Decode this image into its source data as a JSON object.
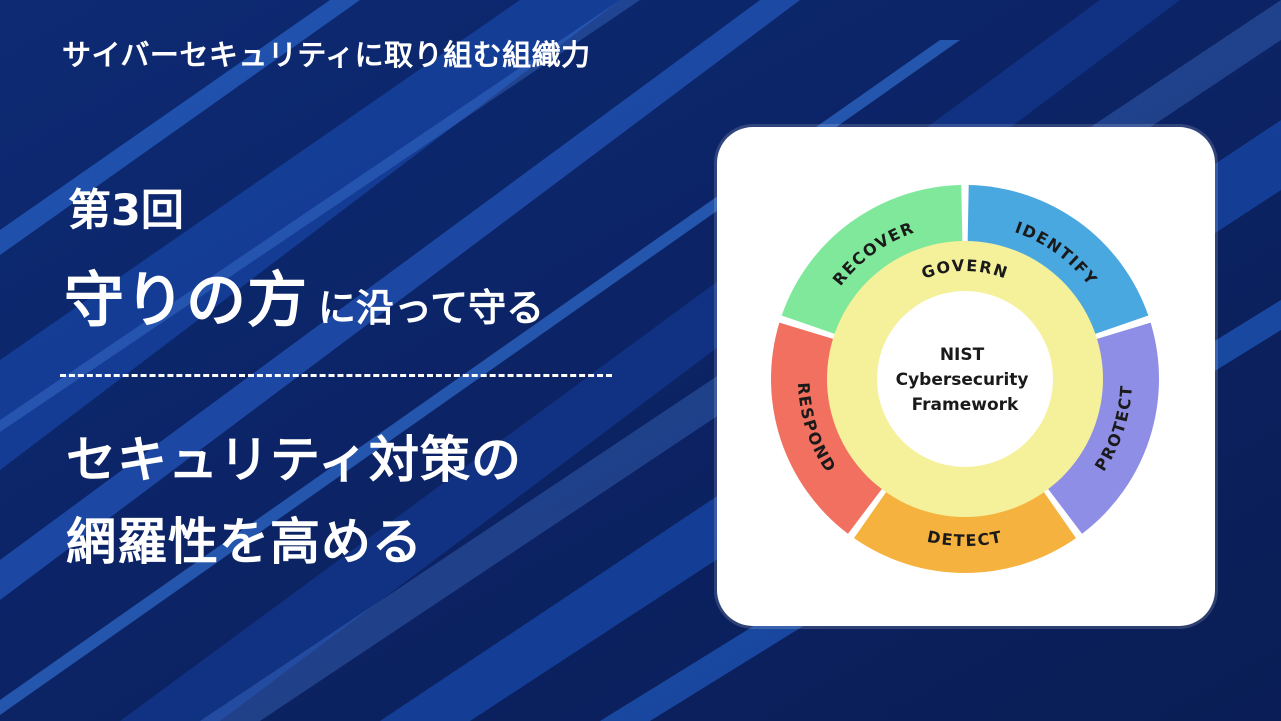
{
  "header": {
    "series_title": "サイバーセキュリティに取り組む組織力"
  },
  "episode": {
    "label": "第3回"
  },
  "headline": {
    "main": "守りの方",
    "suffix": "に沿って守る"
  },
  "subhead": {
    "line1": "セキュリティ対策の",
    "line2": "網羅性を高める"
  },
  "framework": {
    "center_lines": [
      "NIST",
      "Cybersecurity",
      "Framework"
    ],
    "inner_ring": {
      "label": "GOVERN",
      "color": "#f5f19a"
    },
    "functions": [
      {
        "label": "IDENTIFY",
        "color": "#4aa8e0"
      },
      {
        "label": "PROTECT",
        "color": "#8f8ee6"
      },
      {
        "label": "DETECT",
        "color": "#f6b23f"
      },
      {
        "label": "RESPOND",
        "color": "#f2705f"
      },
      {
        "label": "RECOVER",
        "color": "#7fe89a"
      }
    ]
  },
  "colors": {
    "background": "#0b1f5c",
    "accent": "#1e6fd6",
    "card": "#ffffff"
  }
}
